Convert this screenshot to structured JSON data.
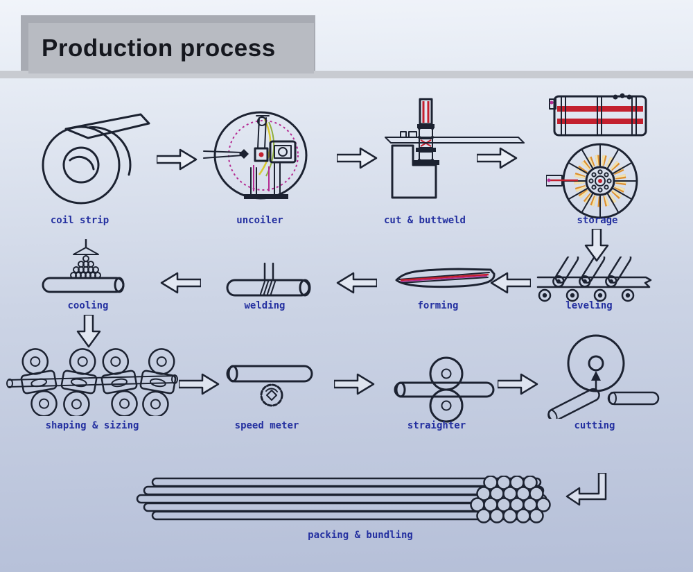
{
  "title": {
    "text": "Production process"
  },
  "stations": [
    {
      "id": "coil-strip",
      "label": "coil strip"
    },
    {
      "id": "uncoiler",
      "label": "uncoiler"
    },
    {
      "id": "cut-buttweld",
      "label": "cut & buttweld"
    },
    {
      "id": "storage",
      "label": "storage"
    },
    {
      "id": "leveling",
      "label": "leveling"
    },
    {
      "id": "forming",
      "label": "forming"
    },
    {
      "id": "welding",
      "label": "welding"
    },
    {
      "id": "cooling",
      "label": "cooling"
    },
    {
      "id": "shaping-sizing",
      "label": "shaping & sizing"
    },
    {
      "id": "speed-meter",
      "label": "speed meter"
    },
    {
      "id": "straighter",
      "label": "straighter"
    },
    {
      "id": "cutting",
      "label": "cutting"
    },
    {
      "id": "packing-bundling",
      "label": "packing & bundling"
    }
  ],
  "colors": {
    "background_top": "#f1f4fa",
    "background_bottom": "#b5bfd8",
    "title_bar_back": "#a8abb3",
    "title_bar_front": "#b8bbc2",
    "title_text": "#15171e",
    "label_blue": "#2430a0",
    "line_art": "#1c2231",
    "accent_red": "#c3202e",
    "accent_magenta": "#b42a92",
    "accent_yellow": "#d9c832",
    "accent_green": "#8fae3c",
    "accent_orange": "#dd8f2e"
  }
}
